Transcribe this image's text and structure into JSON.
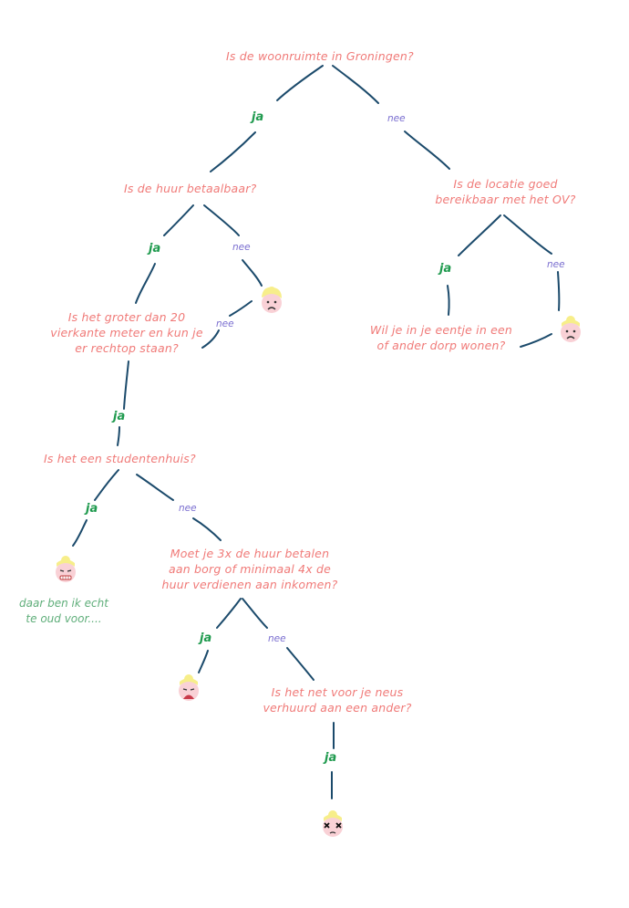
{
  "questions": {
    "q1": "Is de woonruimte in Groningen?",
    "q2": "Is de huur betaalbaar?",
    "q3_line1": "Is de locatie goed",
    "q3_line2": "bereikbaar met het OV?",
    "q4_line1": "Is het groter dan 20",
    "q4_line2": "vierkante meter en kun je",
    "q4_line3": "er rechtop staan?",
    "q5_line1": "Wil je in je eentje in een",
    "q5_line2": "of ander dorp wonen?",
    "q6": "Is het een studentenhuis?",
    "q7_line1": "Moet je 3x de huur betalen",
    "q7_line2": "aan borg of minimaal 4x de",
    "q7_line3": "huur verdienen aan inkomen?",
    "q8_line1": "Is het net voor je neus",
    "q8_line2": "verhuurd aan een ander?"
  },
  "labels": {
    "yes": "ja",
    "no": "nee"
  },
  "note": {
    "line1": "daar ben ik echt",
    "line2": "te oud voor...."
  },
  "colors": {
    "question": "#f07a78",
    "yes": "#1f9a4e",
    "no": "#7b6fd0",
    "line": "#1b4a6b",
    "hair": "#f7ee8a",
    "skin": "#f9d1d6"
  }
}
